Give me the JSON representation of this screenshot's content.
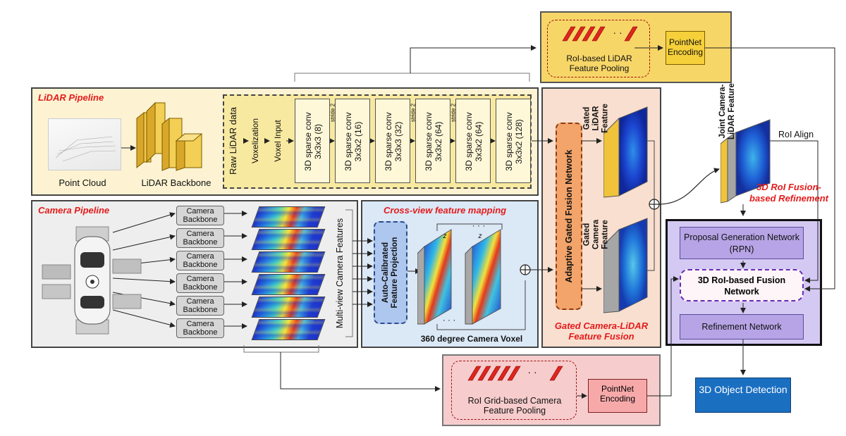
{
  "lidar": {
    "title": "LiDAR Pipeline",
    "point_cloud": "Point Cloud",
    "backbone": "LiDAR Backbone",
    "raw": "Raw LiDAR data",
    "voxelization": "Voxelization",
    "voxel_input": "Voxel Input",
    "convs": [
      "3D sparse conv 3x3x3 (8)",
      "3D sparse conv 3x3x2 (16)",
      "3D sparse conv 3x3x3 (32)",
      "3D sparse conv 3x3x2 (64)",
      "3D sparse conv 3x3x2 (64)",
      "3D sparse conv 3x3x2 (128)"
    ],
    "stride": "stride 2"
  },
  "camera": {
    "title": "Camera Pipeline",
    "backbones": [
      "Camera Backbone",
      "Camera Backbone",
      "Camera Backbone",
      "Camera Backbone",
      "Camera Backbone",
      "Camera Backbone"
    ],
    "features": "Multi-view Camera Features"
  },
  "crossview": {
    "title": "Cross-view feature mapping",
    "projection": "Auto-Calibrated Feature Projection",
    "voxel_label": "360 degree Camera Voxel",
    "axis": "z",
    "dots": "· · ·"
  },
  "fusion": {
    "adaptive": "Adaptive Gated Fusion Network",
    "gated_lidar": "Gated LiDAR Feature",
    "gated_camera": "Gated Camera Feature",
    "title": "Gated Camera-LiDAR Feature Fusion"
  },
  "roi_lidar": {
    "pooling": "RoI-based LiDAR Feature Pooling",
    "pointnet": "PointNet Encoding",
    "ellipsis": "· ·"
  },
  "roi_camera": {
    "pooling": "RoI Grid-based Camera Feature Pooling",
    "pointnet": "PointNet Encoding",
    "ellipsis": "· ·"
  },
  "joint": {
    "label": "Joint Camera-LiDAR Feature",
    "roi_align": "RoI Align",
    "refinement_title": "3D RoI Fusion-based Refinement"
  },
  "refinement": {
    "rpn": "Proposal Generation Network (RPN)",
    "fusion_net": "3D RoI-based Fusion Network",
    "refine_net": "Refinement Network"
  },
  "output": "3D Object Detection",
  "colors": {
    "accent_red": "#e41b1b",
    "lidar_bg": "#fdf3d2",
    "camera_bg": "#eeeeee",
    "crossview_bg": "#dbe8f6",
    "fusion_bg": "#f9dfcf",
    "roi_lidar_bg": "#f7d668",
    "roi_camera_bg": "#f7cccd",
    "refine_bg": "#d4c9f3",
    "output_bg": "#1b6fc1"
  }
}
